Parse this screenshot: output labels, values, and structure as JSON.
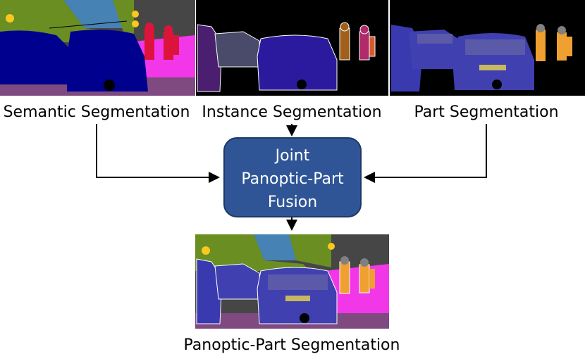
{
  "labels": {
    "semantic": "Semantic Segmentation",
    "instance": "Instance Segmentation",
    "part": "Part Segmentation",
    "output": "Panoptic-Part Segmentation"
  },
  "fusion": {
    "line1": "Joint",
    "line2": "Panoptic-Part",
    "line3": "Fusion",
    "fill": "#2f5597",
    "stroke": "#1f3864"
  },
  "colors": {
    "road": "#7e4a80",
    "sidewalk": "#f237e8",
    "vegetation": "#6b8e23",
    "sky": "#4682b4",
    "building": "#464646",
    "car": "#00008e",
    "person": "#dc143c",
    "traffic_light": "#fac81e",
    "background": "#000000",
    "part_window": "#5a5aa8",
    "part_body": "#4040b0",
    "part_plate": "#c8b860",
    "part_person": "#f0a030"
  }
}
